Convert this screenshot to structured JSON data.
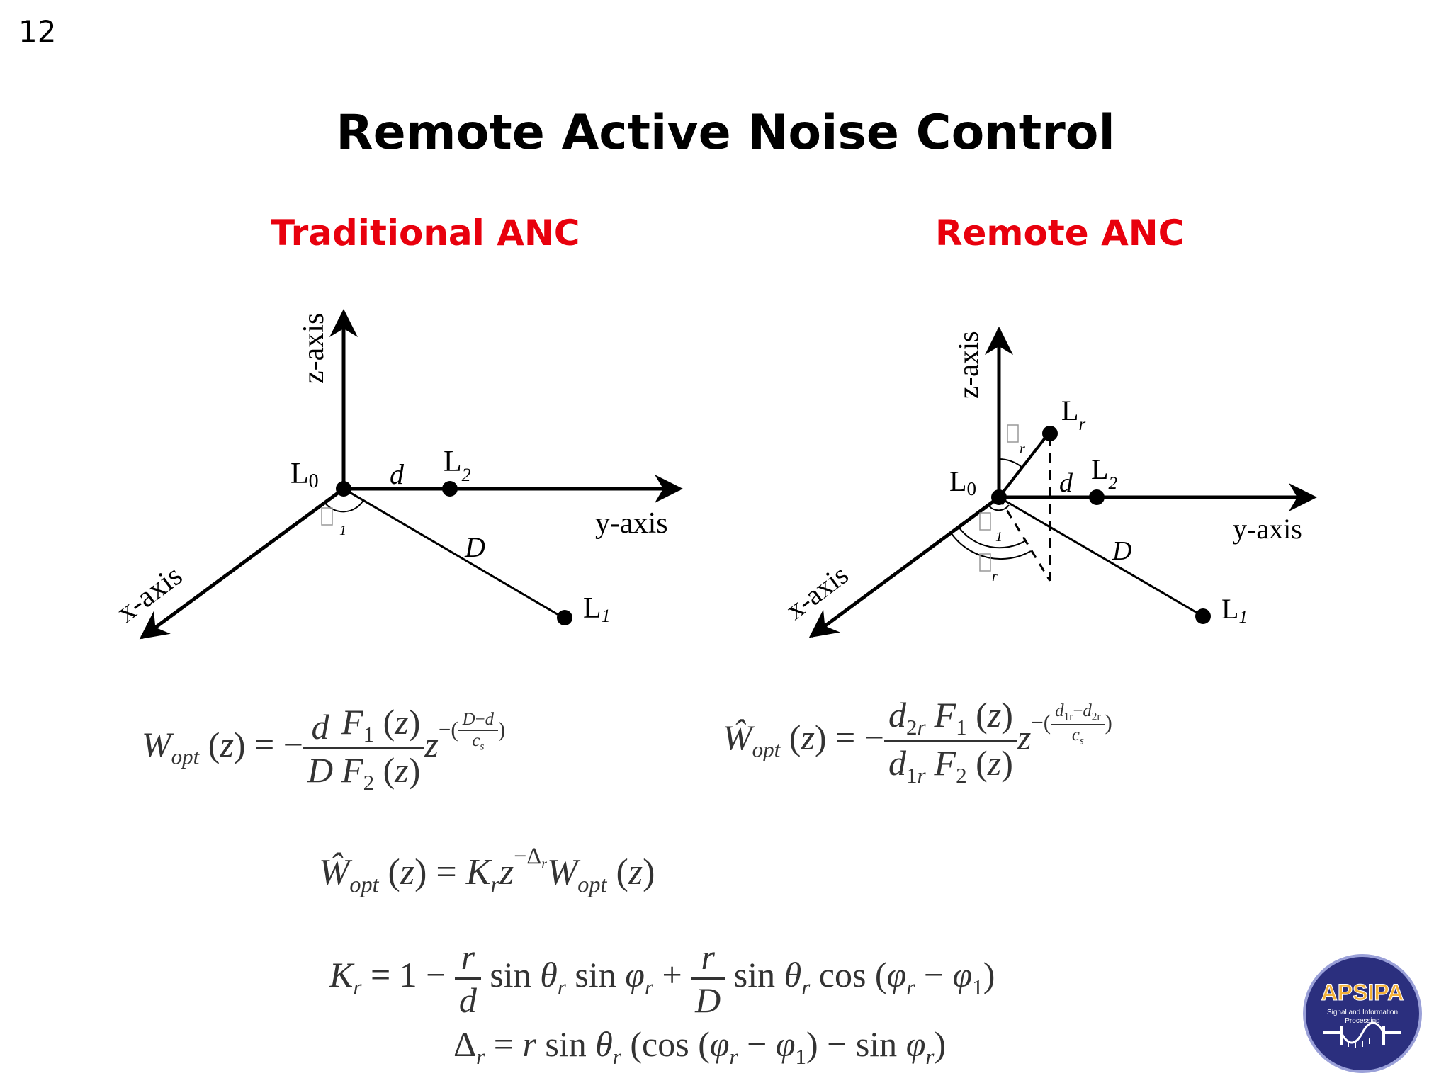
{
  "slide": {
    "number": "12",
    "title": "Remote Active Noise Control"
  },
  "panels": {
    "traditional": {
      "title": "Traditional ANC",
      "z_axis": "z-axis",
      "y_axis": "y-axis",
      "x_axis": "x-axis",
      "L0": "L",
      "L0_sub": "0",
      "L1": "L",
      "L1_sub": "1",
      "L2": "L",
      "L2_sub": "2",
      "d": "d",
      "D": "D",
      "angle_sub": "1"
    },
    "remote": {
      "title": "Remote ANC",
      "z_axis": "z-axis",
      "y_axis": "y-axis",
      "x_axis": "x-axis",
      "L0": "L",
      "L0_sub": "0",
      "L1": "L",
      "L1_sub": "1",
      "L2": "L",
      "L2_sub": "2",
      "Lr": "L",
      "Lr_sub": "r",
      "d": "d",
      "D": "D",
      "angle_theta_sub": "r",
      "angle_phi1_sub": "1",
      "angle_phir_sub": "r"
    }
  },
  "equations": {
    "traditional_w": "W_opt(z) = −(d/D)(F1(z)/F2(z)) z^−((D−d)/cs)",
    "remote_w": "Ŵ_opt(z) = −(d2r/d1r)(F1(z)/F2(z)) z^−((d1r−d2r)/cs)",
    "relation": "Ŵ_opt(z) = Kr z^−Δr W_opt(z)",
    "kr": "Kr = 1 − (r/d) sin θr sin φr + (r/D) sin θr cos(φr − φ1)",
    "delta": "Δr = r sin θr (cos(φr − φ1) − sin φr)"
  },
  "logo": {
    "text": "APSIPA",
    "subtitle_1": "Signal and Information",
    "subtitle_2": "Processing",
    "color": "#2b2f7e"
  }
}
